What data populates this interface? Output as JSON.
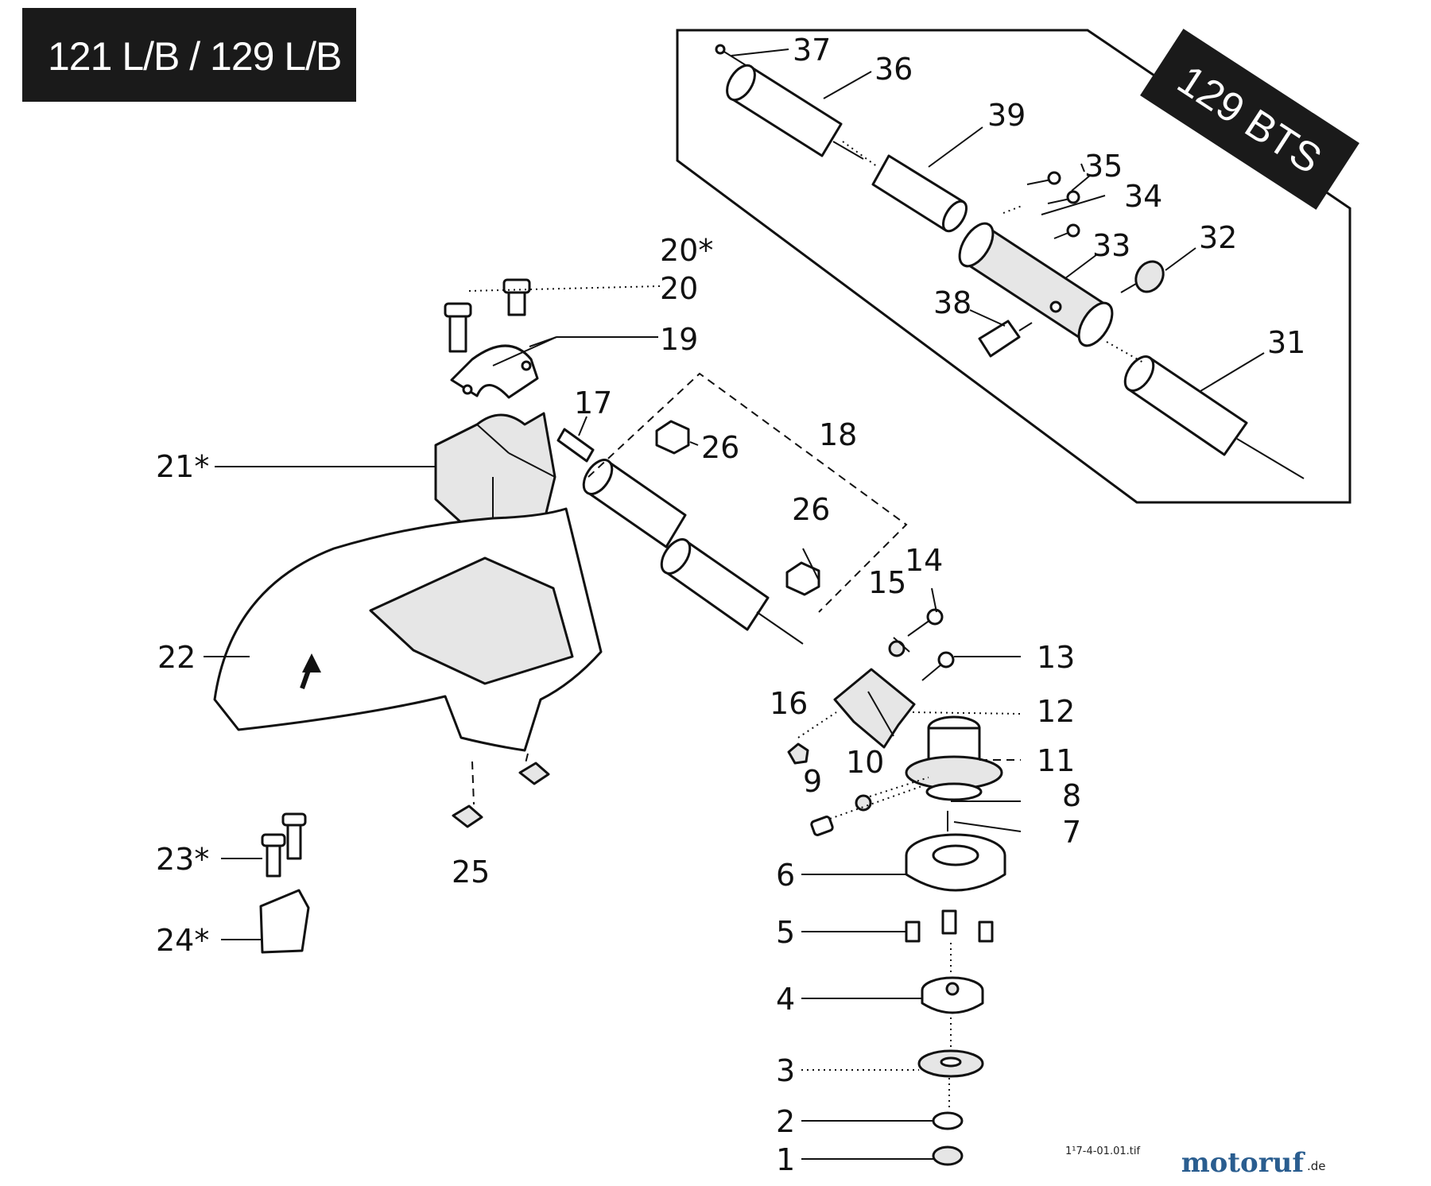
{
  "header": {
    "title": "121 L/B  / 129 L/B"
  },
  "inset": {
    "tag": "129 BTS"
  },
  "callouts": {
    "c1": "1",
    "c2": "2",
    "c3": "3",
    "c4": "4",
    "c5": "5",
    "c6": "6",
    "c7": "7",
    "c8": "8",
    "c9": "9",
    "c10": "10",
    "c11": "11",
    "c12": "12",
    "c13": "13",
    "c14": "14",
    "c15": "15",
    "c16": "16",
    "c17": "17",
    "c18": "18",
    "c19": "19",
    "c20": "20",
    "c20s": "20*",
    "c21s": "21*",
    "c22": "22",
    "c23s": "23*",
    "c24s": "24*",
    "c25": "25",
    "c26a": "26",
    "c26b": "26",
    "c31": "31",
    "c32": "32",
    "c33": "33",
    "c34": "34",
    "c35": "35",
    "c36": "36",
    "c37": "37",
    "c38": "38",
    "c39": "39"
  },
  "footer": {
    "filename": "1¹7-4-01.01.tif",
    "logo_name": "motoruf",
    "logo_suffix": ".de"
  }
}
